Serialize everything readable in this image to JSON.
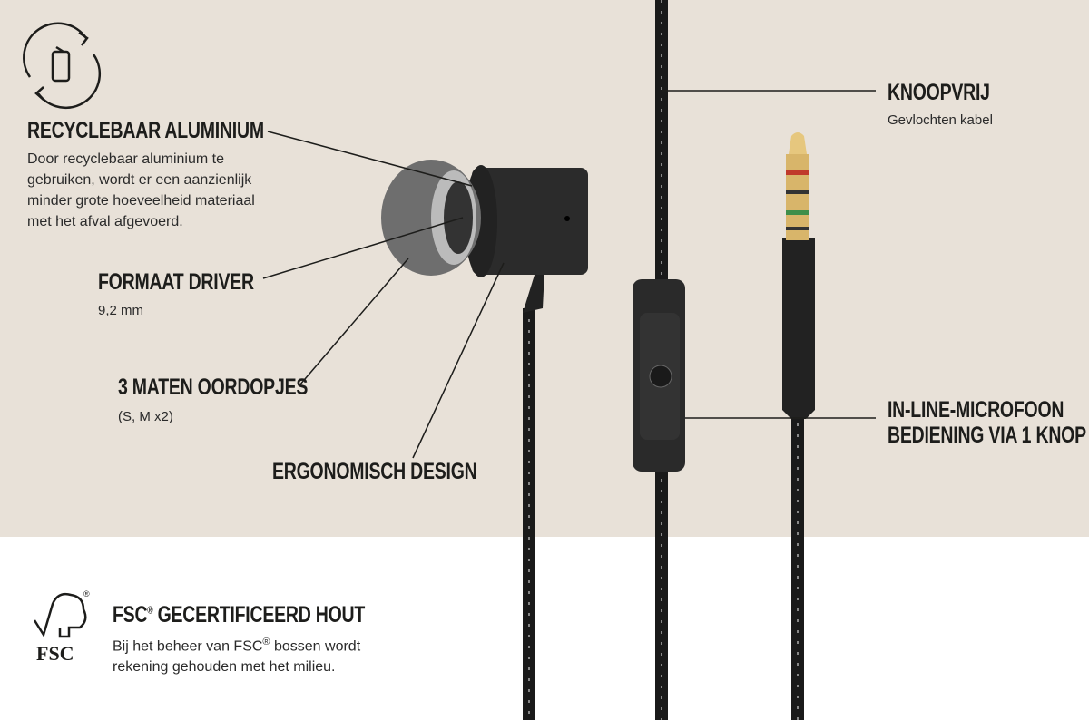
{
  "features": {
    "recyclable": {
      "title": "RECYCLEBAAR ALUMINIUM",
      "lines": [
        "Door recyclebaar aluminium te",
        "gebruiken, wordt er een aanzienlijk",
        "minder grote hoeveelheid materiaal",
        "met het afval afgevoerd."
      ]
    },
    "driver": {
      "title": "FORMAAT DRIVER",
      "detail": "9,2 mm"
    },
    "eartips": {
      "title": "3 MATEN OORDOPJES",
      "detail": "(S, M x2)"
    },
    "ergonomic": {
      "title": "ERGONOMISCH DESIGN"
    },
    "cable": {
      "title": "KNOOPVRIJ",
      "detail": "Gevlochten kabel"
    },
    "mic": {
      "title_line1": "IN-LINE-MICROFOON",
      "title_line2": "BEDIENING VIA 1 KNOP"
    },
    "fsc": {
      "title_prefix": "FSC",
      "reg": "®",
      "title_rest": " GECERTIFICEERD HOUT",
      "line1_a": "Bij het beheer van FSC",
      "line1_b": " bossen wordt",
      "line2": "rekening gehouden met het milieu.",
      "logo_text": "FSC"
    }
  },
  "colors": {
    "background": "#e8e1d8",
    "cable": "#1a1a1a"
  }
}
